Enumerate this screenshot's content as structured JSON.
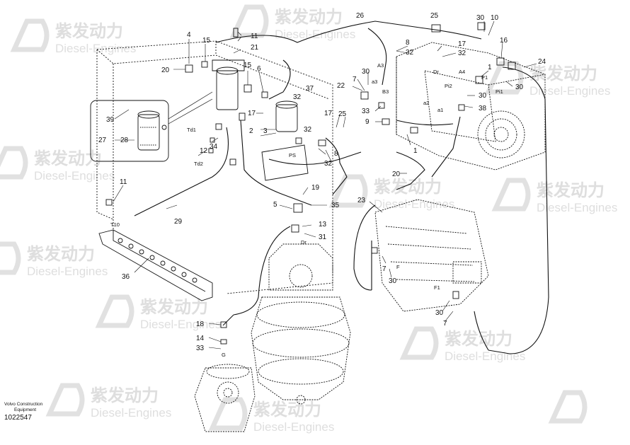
{
  "credit": {
    "line1": "Volvo Construction",
    "line2": "Equipment",
    "drawing_number": "1022547"
  },
  "watermark": {
    "cn": "紫发动力",
    "en": "Diesel-Engines"
  },
  "callouts": [
    {
      "id": "c26",
      "text": "26"
    },
    {
      "id": "c25a",
      "text": "25"
    },
    {
      "id": "c30a",
      "text": "30"
    },
    {
      "id": "c10",
      "text": "10"
    },
    {
      "id": "c16",
      "text": "16"
    },
    {
      "id": "c24",
      "text": "24"
    },
    {
      "id": "c4",
      "text": "4"
    },
    {
      "id": "c15a",
      "text": "15"
    },
    {
      "id": "c11a",
      "text": "11"
    },
    {
      "id": "c21",
      "text": "21"
    },
    {
      "id": "c8a",
      "text": "8"
    },
    {
      "id": "c32a",
      "text": "32"
    },
    {
      "id": "c17a",
      "text": "17"
    },
    {
      "id": "c32b",
      "text": "32"
    },
    {
      "id": "c20a",
      "text": "20"
    },
    {
      "id": "c15b",
      "text": "15"
    },
    {
      "id": "c6",
      "text": "6"
    },
    {
      "id": "c1a",
      "text": "1"
    },
    {
      "id": "c30b",
      "text": "30"
    },
    {
      "id": "c7a",
      "text": "7"
    },
    {
      "id": "c37",
      "text": "37"
    },
    {
      "id": "c32c",
      "text": "32"
    },
    {
      "id": "c22",
      "text": "22"
    },
    {
      "id": "c30c",
      "text": "30"
    },
    {
      "id": "c30d",
      "text": "30"
    },
    {
      "id": "c38",
      "text": "38"
    },
    {
      "id": "c39",
      "text": "39"
    },
    {
      "id": "c17b",
      "text": "17"
    },
    {
      "id": "c17c",
      "text": "17"
    },
    {
      "id": "c33a",
      "text": "33"
    },
    {
      "id": "c25b",
      "text": "25"
    },
    {
      "id": "c9",
      "text": "9"
    },
    {
      "id": "c2",
      "text": "2"
    },
    {
      "id": "c3",
      "text": "3"
    },
    {
      "id": "c27",
      "text": "27"
    },
    {
      "id": "c28",
      "text": "28"
    },
    {
      "id": "c32d",
      "text": "32"
    },
    {
      "id": "c34",
      "text": "34"
    },
    {
      "id": "c12",
      "text": "12"
    },
    {
      "id": "c1b",
      "text": "1"
    },
    {
      "id": "c8b",
      "text": "8"
    },
    {
      "id": "c32e",
      "text": "32"
    },
    {
      "id": "c20b",
      "text": "20"
    },
    {
      "id": "c11b",
      "text": "11"
    },
    {
      "id": "c19",
      "text": "19"
    },
    {
      "id": "c23",
      "text": "23"
    },
    {
      "id": "c5",
      "text": "5"
    },
    {
      "id": "c35",
      "text": "35"
    },
    {
      "id": "c29",
      "text": "29"
    },
    {
      "id": "c13",
      "text": "13"
    },
    {
      "id": "c31",
      "text": "31"
    },
    {
      "id": "c36",
      "text": "36"
    },
    {
      "id": "c7b",
      "text": "7"
    },
    {
      "id": "c30e",
      "text": "30"
    },
    {
      "id": "c30f",
      "text": "30"
    },
    {
      "id": "c7c",
      "text": "7"
    },
    {
      "id": "c18",
      "text": "18"
    },
    {
      "id": "c14",
      "text": "14"
    },
    {
      "id": "c33b",
      "text": "33"
    }
  ],
  "port_labels": [
    {
      "id": "pA3",
      "text": "A3"
    },
    {
      "id": "pDr1",
      "text": "Dr"
    },
    {
      "id": "pA4",
      "text": "A4"
    },
    {
      "id": "pP1a",
      "text": "P1"
    },
    {
      "id": "pPi2",
      "text": "Pi2"
    },
    {
      "id": "pPi1",
      "text": "Pi1"
    },
    {
      "id": "pa3",
      "text": "a3"
    },
    {
      "id": "pB3",
      "text": "B3"
    },
    {
      "id": "pa2",
      "text": "a2"
    },
    {
      "id": "pa1",
      "text": "a1"
    },
    {
      "id": "pTd1",
      "text": "Td1"
    },
    {
      "id": "pTd2",
      "text": "Td2"
    },
    {
      "id": "pPS",
      "text": "PS"
    },
    {
      "id": "pT10",
      "text": "T10"
    },
    {
      "id": "pDr2",
      "text": "Dr"
    },
    {
      "id": "pF",
      "text": "F"
    },
    {
      "id": "pF1",
      "text": "F1"
    },
    {
      "id": "pG",
      "text": "G"
    }
  ],
  "colors": {
    "line": "#111111",
    "watermark": "#d9d9d9"
  }
}
